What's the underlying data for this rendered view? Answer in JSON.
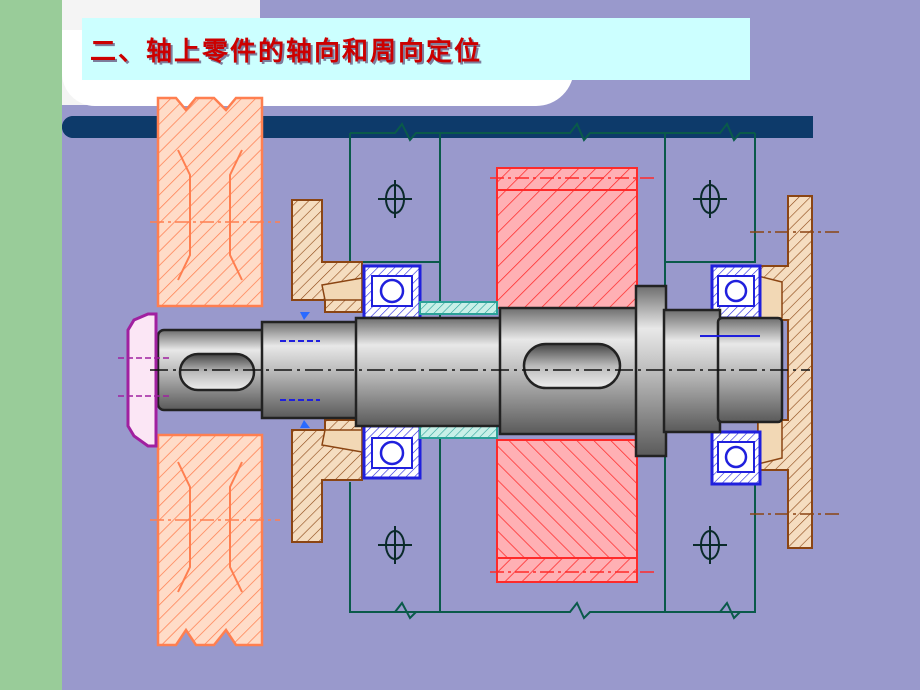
{
  "slide": {
    "title": "二、轴上零件的轴向和周向定位"
  },
  "colors": {
    "background": "#9999cc",
    "left_strip": "#99cc99",
    "title_box": "#ccffff",
    "title_text": "#cc0000",
    "accent_bar": "#0d3a6a",
    "pulley": "#ff7f50",
    "gear": "#ff2a2a",
    "bearing": "#2020dd",
    "end_cap": "#8b4513",
    "housing_lines": "#0a5a4a",
    "sleeve": "#2aa198",
    "shaft": "#a9a9a9",
    "hub_nut": "#a020a0"
  },
  "components": [
    "belt-pulley",
    "end-cap-left",
    "bearing-left",
    "spacer-sleeve",
    "spur-gear",
    "shaft-collar",
    "bearing-right",
    "end-cap-right",
    "shaft",
    "keyway-left",
    "keyway-center",
    "lock-nut",
    "housing"
  ]
}
